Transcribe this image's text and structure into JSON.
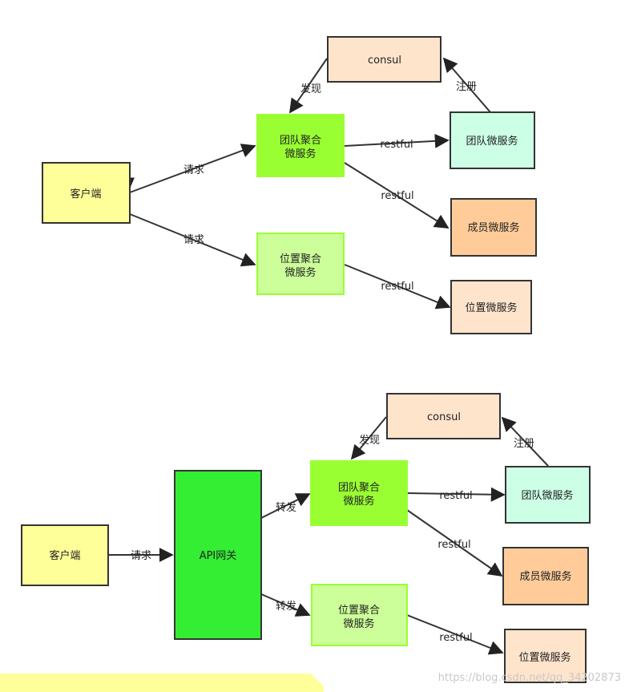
{
  "top": {
    "client": "客户端",
    "team_agg": [
      "团队聚合",
      "微服务"
    ],
    "pos_agg": [
      "位置聚合",
      "微服务"
    ],
    "consul": "consul",
    "team_svc": "团队微服务",
    "member_svc": "成员微服务",
    "pos_svc": "位置微服务",
    "edges": {
      "req1": "请求",
      "req2": "请求",
      "discover": "发现",
      "register": "注册",
      "rest1": "restful",
      "rest2": "restful",
      "rest3": "restful"
    }
  },
  "bottom": {
    "client": "客户端",
    "gateway": "API网关",
    "team_agg": [
      "团队聚合",
      "微服务"
    ],
    "pos_agg": [
      "位置聚合",
      "微服务"
    ],
    "consul": "consul",
    "team_svc": "团队微服务",
    "member_svc": "成员微服务",
    "pos_svc": "位置微服务",
    "edges": {
      "req": "请求",
      "fwd1": "转发",
      "fwd2": "转发",
      "discover": "发现",
      "register": "注册",
      "rest1": "restful",
      "rest2": "restful",
      "rest3": "restful"
    }
  },
  "watermark": "https://blog.csdn.net/qq_34202873",
  "colors": {
    "client": "#ffff99",
    "team_agg": "#99ff33",
    "pos_agg": "#ccff99",
    "consul": "#ffe4cc",
    "team_svc": "#ccffe6",
    "member_svc": "#ffcc99",
    "pos_svc": "#ffe4cc",
    "gateway": "#33ee33"
  }
}
